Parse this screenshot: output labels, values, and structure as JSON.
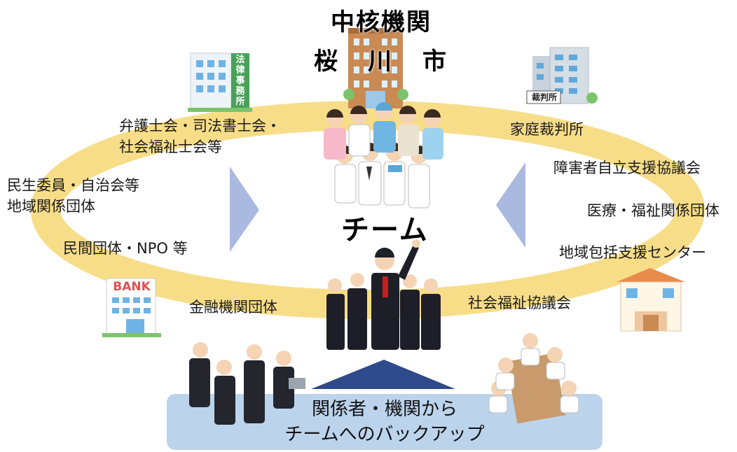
{
  "center": {
    "title_line1": "中核機関",
    "title_line2_chars": [
      "桜",
      "川",
      "市"
    ],
    "team_label": "チーム"
  },
  "buildings": {
    "law_office_sign": [
      "法",
      "律",
      "事",
      "務",
      "所"
    ],
    "court_sign": "裁判所",
    "bank_sign": "BANK"
  },
  "left_labels": {
    "lawyers_line1": "弁護士会・司法書士会・",
    "lawyers_line2": "社会福祉士会等",
    "welfare_line1": "民生委員・自治会等",
    "welfare_line2": "地域関係団体",
    "private": "民間団体・NPO 等",
    "finance": "金融機関団体"
  },
  "right_labels": {
    "court": "家庭裁判所",
    "disability": "障害者自立支援協議会",
    "medical": "医療・福祉関係団体",
    "community": "地域包括支援センター",
    "social_welfare": "社会福祉協議会"
  },
  "backup": {
    "line1": "関係者・機関から",
    "line2": "チームへのバックアップ"
  },
  "colors": {
    "ring": "#f8dd88",
    "arrow": "#aab9e0",
    "triangle": "#2f4a8a",
    "banner": "#bcd3ec"
  }
}
